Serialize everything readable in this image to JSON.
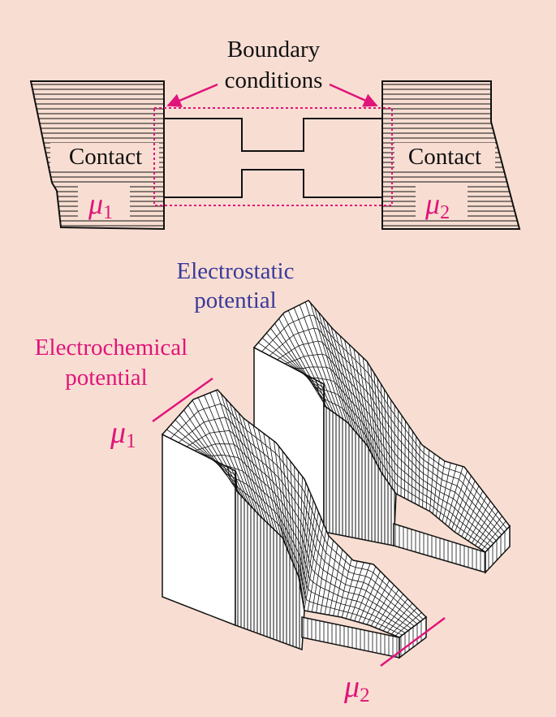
{
  "top_diagram": {
    "boundary_label_line1": "Boundary",
    "boundary_label_line2": "conditions",
    "left_contact_label": "Contact",
    "right_contact_label": "Contact",
    "mu1_symbol": "μ",
    "mu1_subscript": "1",
    "mu2_symbol": "μ",
    "mu2_subscript": "2"
  },
  "bottom_diagram": {
    "electrostatic_line1": "Electrostatic",
    "electrostatic_line2": "potential",
    "electrochemical_line1": "Electrochemical",
    "electrochemical_line2": "potential",
    "mu1_symbol": "μ",
    "mu1_subscript": "1",
    "mu2_symbol": "μ",
    "mu2_subscript": "2"
  },
  "colors": {
    "background": "#f8ded2",
    "magenta": "#e0147a",
    "electrostatic": "#3a3a9a",
    "line": "#111111",
    "surface_fill": "#ffffff"
  }
}
